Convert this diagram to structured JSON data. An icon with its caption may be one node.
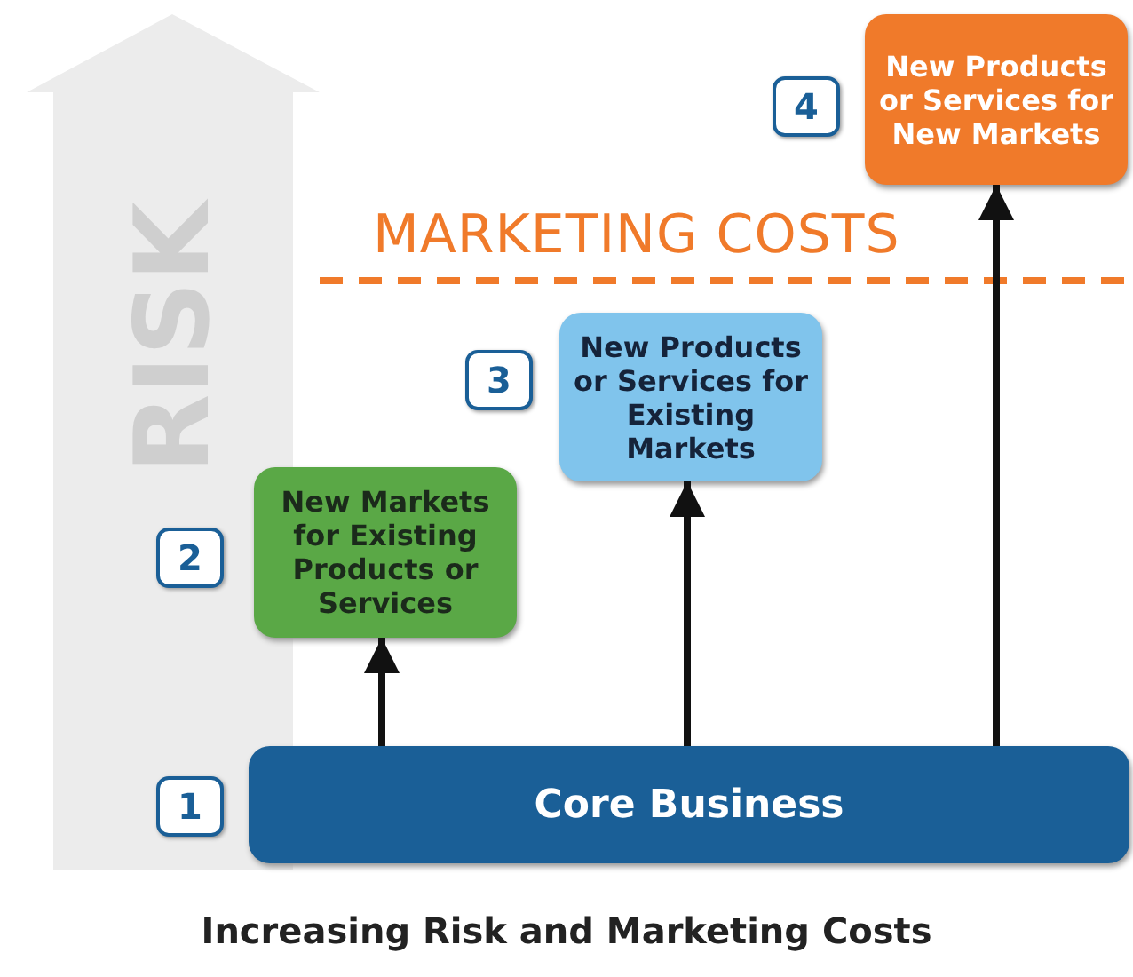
{
  "diagram": {
    "caption": "Increasing Risk and Marketing Costs",
    "nodes": [
      {
        "text": [
          "Core Business"
        ]
      },
      {
        "text": [
          "New Markets for Existing Products or Services"
        ]
      },
      {
        "text": [
          "New Products or Services for Existing Markets"
        ]
      },
      {
        "text": [
          "New Products or Services for New Markets"
        ]
      }
    ],
    "edges": [
      {
        "from": 0,
        "to": 1,
        "arrow": "to"
      },
      {
        "from": 0,
        "to": 2,
        "arrow": "to"
      },
      {
        "from": 0,
        "to": 3,
        "arrow": "to"
      }
    ],
    "labels": [
      "RISK",
      "4",
      "MARKETING COSTS",
      "3",
      "2",
      "1"
    ]
  }
}
